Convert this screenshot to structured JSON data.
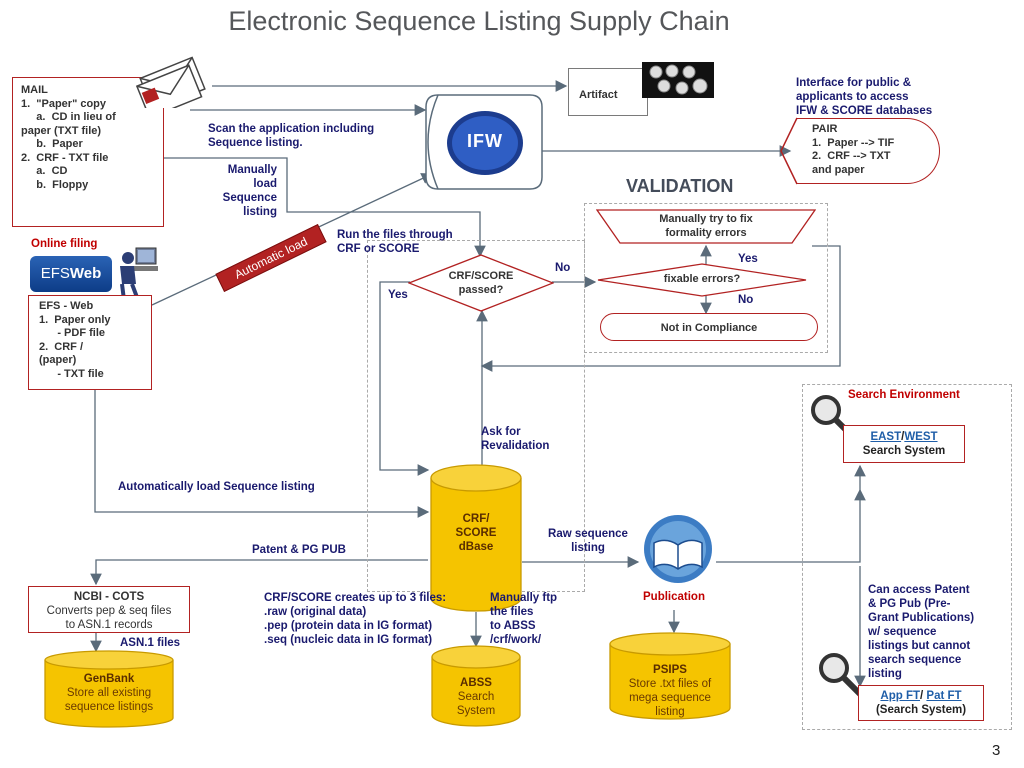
{
  "title": "Electronic Sequence Listing Supply Chain",
  "page_number": "3",
  "mail_box": {
    "lines": [
      "MAIL",
      "1.  \"Paper\" copy",
      "     a.  CD in lieu of",
      "paper (TXT file)",
      "     b.  Paper",
      "2.  CRF - TXT file",
      "     a.  CD",
      "     b.  Floppy"
    ]
  },
  "online_filing": {
    "label": "Online filing",
    "logo_efs": "EFS",
    "logo_web": "Web"
  },
  "efs_box": {
    "lines": [
      "EFS - Web",
      "1.  Paper only",
      "      - PDF file",
      "2.  CRF /",
      "(paper)",
      "      - TXT file"
    ]
  },
  "artifact_label": "Artifact",
  "ifw_label": "IFW",
  "pair_box": {
    "interface_lines": [
      "Interface for public &",
      "applicants to access",
      "IFW & SCORE databases"
    ],
    "lines": [
      "PAIR",
      "1.  Paper --> TIF",
      "2.  CRF --> TXT",
      "and paper"
    ]
  },
  "scan_note": [
    "Scan the application including",
    "Sequence listing."
  ],
  "manual_load_note": [
    "Manually",
    "load",
    "Sequence",
    "listing"
  ],
  "auto_load_banner": "Automatic load",
  "run_files_note": [
    "Run the files through",
    "CRF or SCORE"
  ],
  "validation": {
    "title": "VALIDATION",
    "fix_formality": [
      "Manually try to fix",
      "formality errors"
    ],
    "fixable_question": "fixable errors?",
    "yes_label": "Yes",
    "no_label": "No",
    "not_compliance": "Not in Compliance"
  },
  "crf_decision": {
    "question": [
      "CRF/SCORE",
      "passed?"
    ],
    "yes_label": "Yes",
    "no_label": "No"
  },
  "ask_revalidation": [
    "Ask for",
    "Revalidation"
  ],
  "auto_load_seq": "Automatically load Sequence listing",
  "crf_db": [
    "CRF/",
    "SCORE",
    "dBase"
  ],
  "raw_seq": [
    "Raw sequence",
    "listing"
  ],
  "patent_pg_pub": "Patent & PG PUB",
  "publication_label": "Publication",
  "search_env": {
    "title": "Search Environment",
    "east": "EAST",
    "west": "WEST",
    "search_system": "Search System",
    "access_note": [
      "Can access Patent",
      "& PG Pub (Pre-",
      "Grant Publications)",
      "w/ sequence",
      "listings but cannot",
      "search sequence",
      "listing"
    ],
    "app_ft": "App FT",
    "pat_ft": "Pat FT",
    "search_system2": "(Search System)"
  },
  "ncbi_box": {
    "title": "NCBI - COTS",
    "lines": [
      "Converts pep & seq files",
      "to ASN.1 records"
    ]
  },
  "asn_files": "ASN.1 files",
  "genbank": {
    "title": "GenBank",
    "lines": [
      "Store all existing",
      "sequence listings"
    ]
  },
  "crf_creates": [
    "CRF/SCORE creates up to 3 files:",
    ".raw (original data)",
    ".pep (protein data in IG format)",
    ".seq (nucleic data in IG format)"
  ],
  "ftp_note": [
    "Manually ftp",
    "the files",
    "to ABSS",
    "/crf/work/"
  ],
  "abss": {
    "title": "ABSS",
    "lines": [
      "Search",
      "System"
    ]
  },
  "psips": {
    "title": "PSIPS",
    "lines": [
      "Store .txt files of",
      "mega sequence",
      "listing"
    ]
  },
  "colors": {
    "accent_red": "#b22222",
    "navy": "#1a1a6e",
    "cylinder": "#f5c400",
    "arrow": "#5a6b7a"
  }
}
